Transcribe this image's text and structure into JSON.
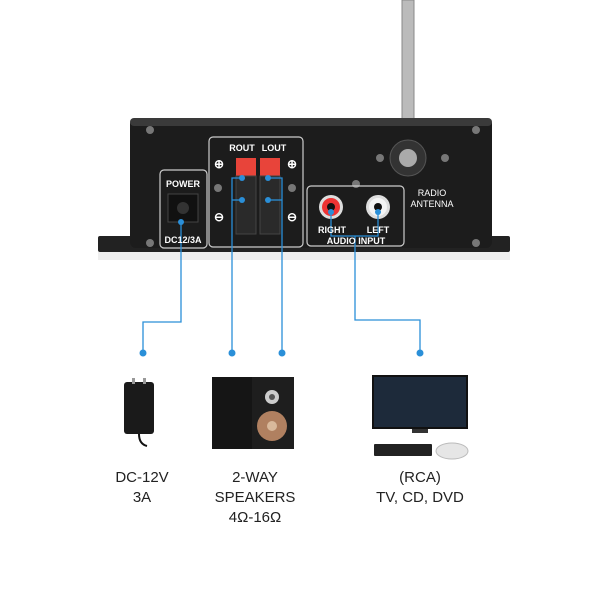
{
  "amplifier": {
    "power_label": "POWER",
    "power_rating": "DC12/3A",
    "rout_label": "ROUT",
    "lout_label": "LOUT",
    "plus": "⊕",
    "minus": "⊖",
    "right_label": "RIGHT",
    "left_label": "LEFT",
    "audio_input_label": "AUDIO INPUT",
    "antenna_label_1": "RADIO",
    "antenna_label_2": "ANTENNA"
  },
  "devices": [
    {
      "name": "power-adapter",
      "lines": [
        "DC-12V",
        "3A"
      ]
    },
    {
      "name": "speakers",
      "lines": [
        "2-WAY",
        "SPEAKERS",
        "4Ω-16Ω"
      ]
    },
    {
      "name": "rca-sources",
      "lines": [
        "(RCA)",
        "TV, CD, DVD"
      ]
    }
  ],
  "colors": {
    "accent": "#2a8fd8",
    "body": "#1c1c1c",
    "terminal_red": "#e8443a"
  }
}
